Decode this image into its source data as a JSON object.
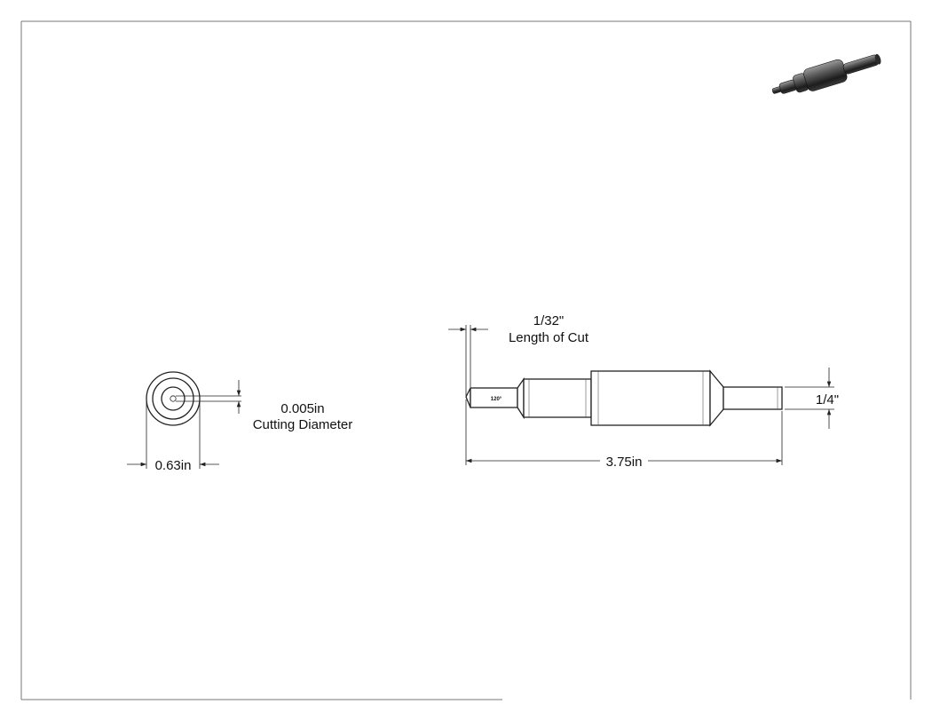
{
  "drawing": {
    "end_view": {
      "cutting_diameter_value": "0.005in",
      "cutting_diameter_label": "Cutting Diameter",
      "outer_diameter": "0.63in"
    },
    "side_view": {
      "length_of_cut_value": "1/32\"",
      "length_of_cut_label": "Length of Cut",
      "shank_diameter": "1/4\"",
      "overall_length": "3.75in",
      "tip_angle": "120°"
    }
  },
  "colors": {
    "line": "#222222",
    "border": "#777777",
    "shade_dark": "#1c1c1c",
    "shade_mid": "#5a5a5a",
    "shade_light": "#9a9a9a"
  }
}
